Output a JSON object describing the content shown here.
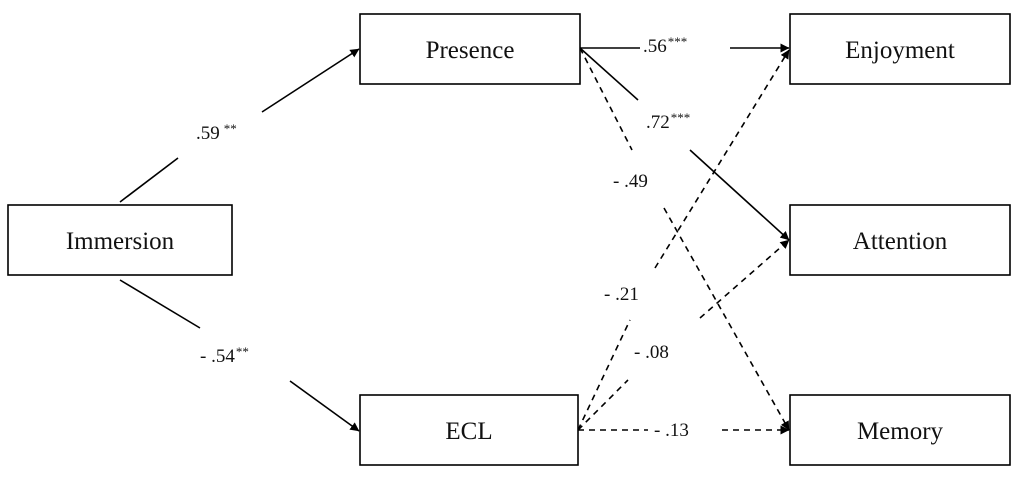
{
  "nodes": {
    "immersion": "Immersion",
    "presence": "Presence",
    "ecl": "ECL",
    "enjoyment": "Enjoyment",
    "attention": "Attention",
    "memory": "Memory"
  },
  "paths": [
    {
      "from": "Immersion",
      "to": "Presence",
      "value": ".59",
      "stars": "**",
      "significant": true
    },
    {
      "from": "Immersion",
      "to": "ECL",
      "value": "- .54",
      "stars": "**",
      "significant": true
    },
    {
      "from": "Presence",
      "to": "Enjoyment",
      "value": ".56",
      "stars": "***",
      "significant": true
    },
    {
      "from": "Presence",
      "to": "Attention",
      "value": ".72",
      "stars": "***",
      "significant": true
    },
    {
      "from": "Presence",
      "to": "Memory",
      "value": "- .49",
      "stars": "",
      "significant": false
    },
    {
      "from": "ECL",
      "to": "Enjoyment",
      "value": "- .21",
      "stars": "",
      "significant": false
    },
    {
      "from": "ECL",
      "to": "Attention",
      "value": "- .08",
      "stars": "",
      "significant": false
    },
    {
      "from": "ECL",
      "to": "Memory",
      "value": "- .13",
      "stars": "",
      "significant": false
    }
  ]
}
